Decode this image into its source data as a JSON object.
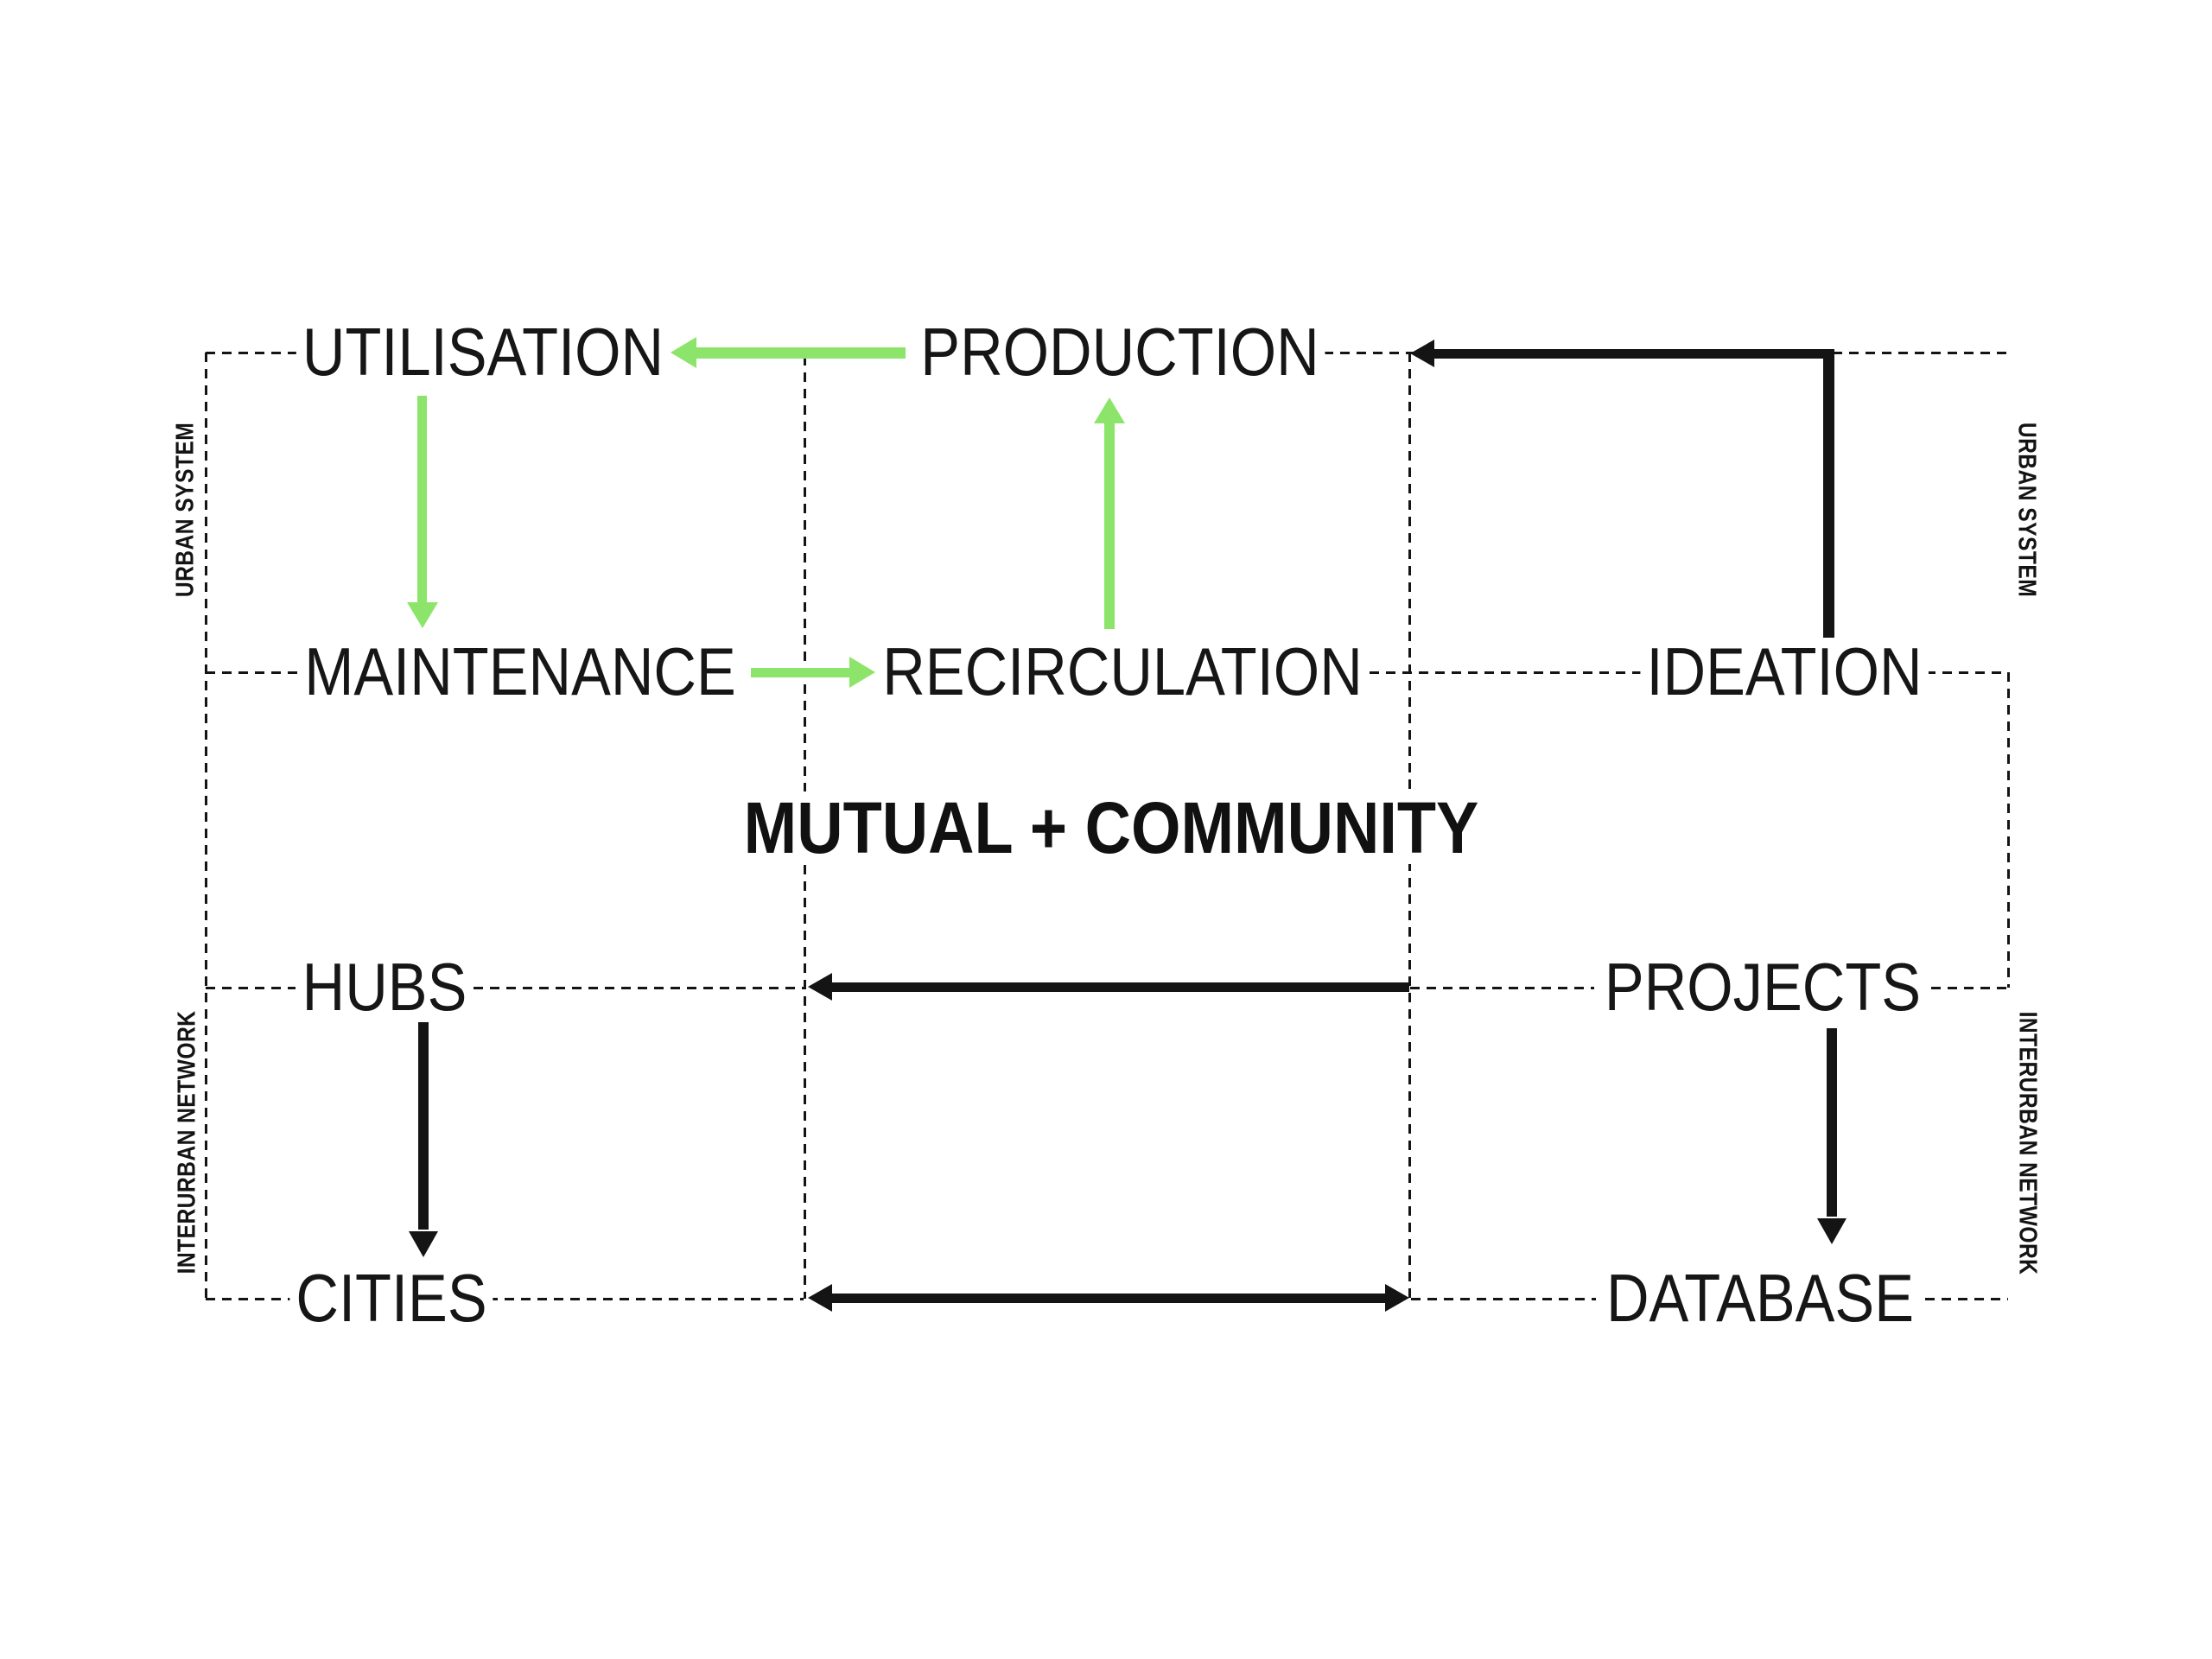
{
  "diagram": {
    "title": {
      "text": "MUTUAL + COMMUNITY"
    },
    "nodes": [
      {
        "id": "utilisation",
        "label": "UTILISATION"
      },
      {
        "id": "production",
        "label": "PRODUCTION"
      },
      {
        "id": "maintenance",
        "label": "MAINTENANCE"
      },
      {
        "id": "recirculation",
        "label": "RECIRCULATION"
      },
      {
        "id": "ideation",
        "label": "IDEATION"
      },
      {
        "id": "hubs",
        "label": "HUBS"
      },
      {
        "id": "projects",
        "label": "PROJECTS"
      },
      {
        "id": "cities",
        "label": "CITIES"
      },
      {
        "id": "database",
        "label": "DATABASE"
      }
    ],
    "side_labels": [
      {
        "id": "urban-system-left",
        "label": "URBAN SYSTEM"
      },
      {
        "id": "urban-system-right",
        "label": "URBAN SYSTEM"
      },
      {
        "id": "interurban-network-left",
        "label": "INTERURBAN NETWORK"
      },
      {
        "id": "interurban-network-right",
        "label": "INTERURBAN NETWORK"
      }
    ],
    "arrows": [
      {
        "id": "production-to-utilisation",
        "from": "PRODUCTION",
        "to": "UTILISATION",
        "color": "green"
      },
      {
        "id": "utilisation-to-maintenance",
        "from": "UTILISATION",
        "to": "MAINTENANCE",
        "color": "green"
      },
      {
        "id": "maintenance-to-recirculation",
        "from": "MAINTENANCE",
        "to": "RECIRCULATION",
        "color": "green"
      },
      {
        "id": "recirculation-to-production",
        "from": "RECIRCULATION",
        "to": "PRODUCTION",
        "color": "green"
      },
      {
        "id": "ideation-to-production",
        "from": "IDEATION",
        "to": "PRODUCTION",
        "color": "black"
      },
      {
        "id": "projects-to-hubs",
        "from": "PROJECTS",
        "to": "HUBS",
        "color": "black"
      },
      {
        "id": "hubs-to-cities",
        "from": "HUBS",
        "to": "CITIES",
        "color": "black"
      },
      {
        "id": "projects-to-database",
        "from": "PROJECTS",
        "to": "DATABASE",
        "color": "black"
      },
      {
        "id": "cities-database-bidirectional",
        "from": "CITIES",
        "to": "DATABASE",
        "color": "black",
        "bidirectional": true
      }
    ],
    "colors": {
      "green": "#8CE56A",
      "black": "#141414",
      "line": "#141414",
      "background": "#FFFFFF"
    }
  }
}
